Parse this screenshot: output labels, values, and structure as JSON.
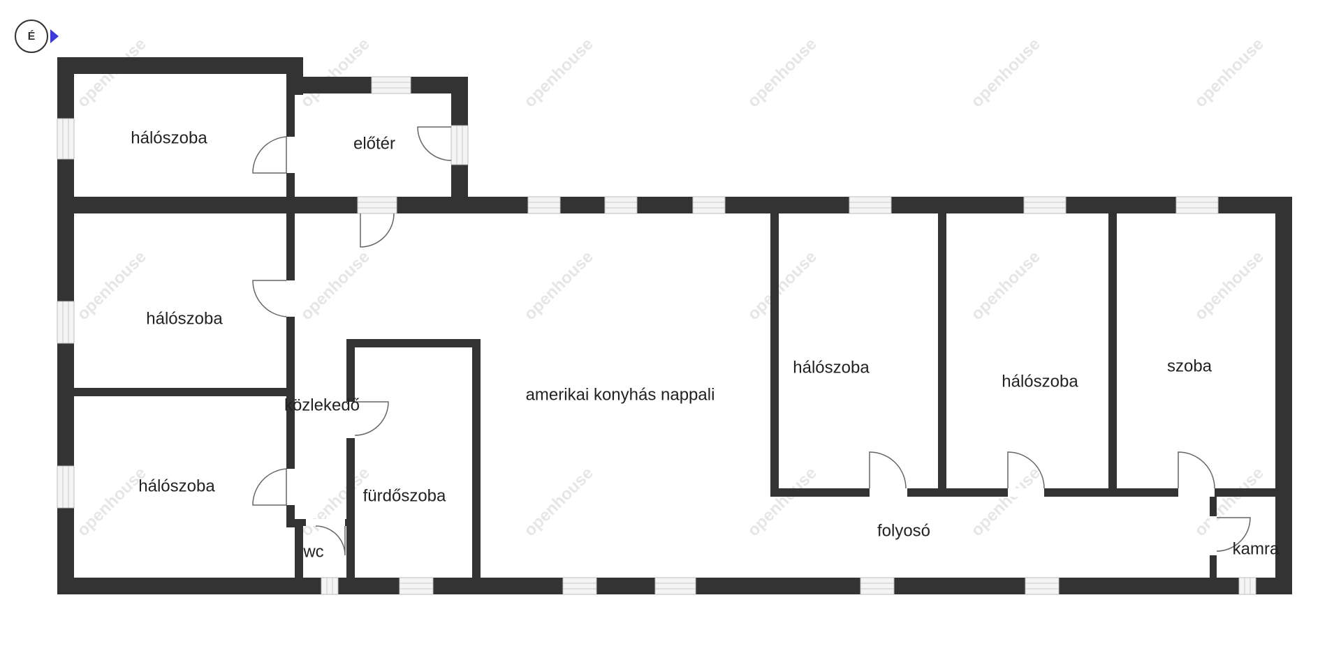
{
  "floorplan": {
    "compass_label": "É",
    "watermark_text": "openhouse",
    "colors": {
      "wall": "#333333",
      "window": "#f2f2f2",
      "door_arc": "#666666",
      "compass_arrow": "#3a3adf",
      "background": "#ffffff"
    },
    "rooms": {
      "bedroom_top_left": "hálószoba",
      "entry": "előtér",
      "bedroom_mid_left": "hálószoba",
      "bedroom_bottom_left": "hálószoba",
      "corridor_left": "közlekedő",
      "bathroom": "fürdőszoba",
      "wc": "wc",
      "living_kitchen": "amerikai konyhás nappali",
      "bedroom_right_1": "hálószoba",
      "bedroom_right_2": "hálószoba",
      "room_right": "szoba",
      "hallway": "folyosó",
      "pantry": "kamra"
    }
  }
}
